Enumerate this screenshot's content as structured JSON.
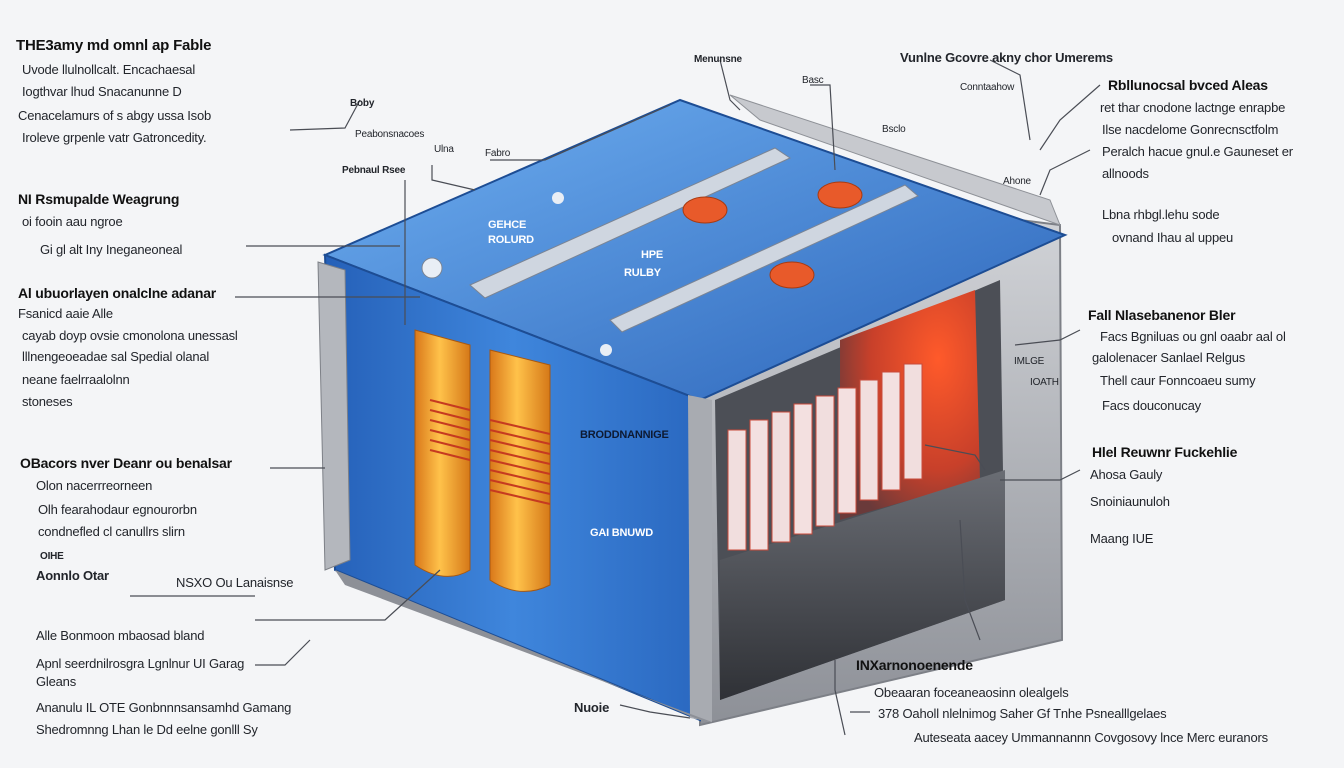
{
  "colors": {
    "casing_blue": "#2f6fc7",
    "casing_light": "#5a9be6",
    "cell_orange": "#f0a232",
    "heat_red": "#e24a2a",
    "frame_gray": "#b9bcc2",
    "line": "#4a4d55"
  },
  "labels": {
    "top_left_title": "THE3amy md omnl ap Fable",
    "tl_1": "Uvode llulnollcalt. Encachaesal",
    "tl_2": "Iogthvar lhud Snacanunne D",
    "tl_3": "Cenacelamurs of s abgy ussa Isob",
    "tl_4": "Iroleve grpenle vatr Gatroncedity.",
    "top_c1": "Menunsne",
    "top_c2": "Boby",
    "top_c3": "Peabonsnacoes",
    "top_c4": "Ulna",
    "top_c5": "Fabro",
    "top_c6": "Pebnaul Rsee",
    "top_r_title": "Vunlne Gcovre akny chor Umerems",
    "top_r_sub1": "Basc",
    "top_r_sub2": "Conntaahow",
    "top_r_sub3": "Bsclo",
    "rt_title": "Rbllunocsal bvced Aleas",
    "rt_1": "ret thar cnodone lactnge enrapbe",
    "rt_2": "Ilse nacdelome Gonrecnsctfolm",
    "rt_3": "Peralch hacue gnul.e Gauneset er",
    "rt_4": "allnoods",
    "rt_5": "Ahone",
    "rt_6": "Lbna rhbgl.lehu sode",
    "rt_7": "ovnand Ihau al uppeu",
    "lm_title": "NI Rsmupalde Weagrung",
    "lm_1": "oi fooin aau ngroe",
    "lm_2": "Gi gl alt Iny Ineganeoneal",
    "l2_title": "Al ubuorlayen onalclne adanar",
    "l2_1": "Fsanicd aaie Alle",
    "l2_2": "cayab doyp ovsie cmonolona unessasl",
    "l2_3": "lllnengeoeadae sal Spedial olanal",
    "l2_4": "neane faelrraalolnn",
    "l2_5": "stoneses",
    "l3_title": "OBacors nver Deanr ou benalsar",
    "l3_1": "Olon nacerrreorneen",
    "l3_2": "Olh fearahodaur egnourorbn",
    "l3_3": "condnefled cl canullrs slirn",
    "l3_4": "OIHE",
    "l3_5": "Aonnlo Otar",
    "l3_6": "NSXO Ou Lanaisnse",
    "bl_1": "Alle Bonmoon mbaosad bland",
    "bl_2": "Apnl seerdnilrosgra Lgnlnur UI Garag",
    "bl_3": "Gleans",
    "bl_4": "Ananulu IL OTE Gonbnnnsansamhd Gamang",
    "bl_5": "Shedromnng Lhan le Dd eelne gonlll Sy",
    "inner_1": "GEHCE",
    "inner_2": "ROLURD",
    "inner_3": "HPE",
    "inner_4": "RULBY",
    "inner_5": "BRODDNANNIGE",
    "inner_6": "GAI BNUWD",
    "r1": "Fall Nlasebanenor Bler",
    "r2": "Facs Bgniluas ou gnl oaabr aal ol",
    "r3": "galolenacer Sanlael Relgus",
    "r4": "Thell caur Fonncoaeu sumy",
    "r5": "Facs douconucay",
    "r6": "IMLGE",
    "r7": "IOATH",
    "r8": "Hlel Reuwnr Fuckehlie",
    "r9": "Ahosa Gauly",
    "r10": "Snoiniaunuloh",
    "r11": "Maang IUE",
    "b1": "INXarnonoenende",
    "b2": "Obeaaran foceaneaosinn olealgels",
    "b3": "378 Oaholl nlelnimog Saher Gf Tnhe Psnealllgelaes",
    "b4": "Auteseata aacey Ummannannn Covgosovy lnce Merc euranors",
    "b5": "Nuoie"
  }
}
